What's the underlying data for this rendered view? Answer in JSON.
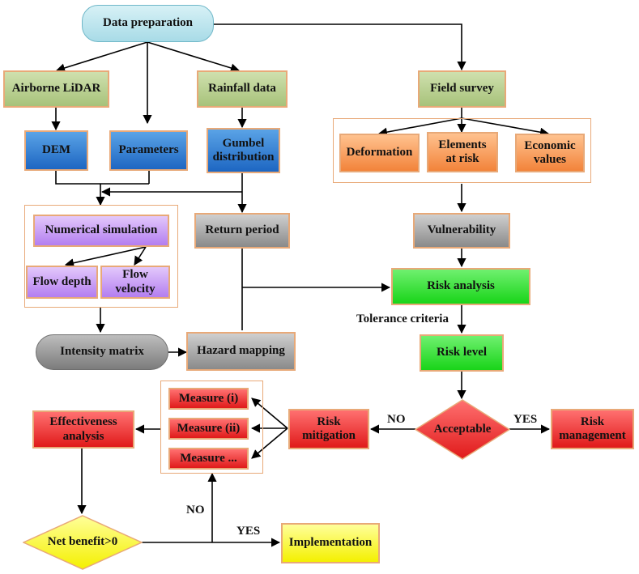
{
  "nodes": {
    "data_preparation": "Data preparation",
    "airborne_lidar": "Airborne LiDAR",
    "rainfall_data": "Rainfall data",
    "field_survey": "Field survey",
    "dem": "DEM",
    "parameters": "Parameters",
    "gumbel_distribution": "Gumbel distribution",
    "deformation": "Deformation",
    "elements_at_risk": "Elements at risk",
    "economic_values": "Economic values",
    "numerical_simulation": "Numerical simulation",
    "flow_depth": "Flow depth",
    "flow_velocity": "Flow velocity",
    "return_period": "Return period",
    "vulnerability": "Vulnerability",
    "risk_analysis": "Risk analysis",
    "intensity_matrix": "Intensity matrix",
    "hazard_mapping": "Hazard mapping",
    "risk_level": "Risk level",
    "measure_i": "Measure (i)",
    "measure_ii": "Measure (ii)",
    "measure_more": "Measure ...",
    "effectiveness_analysis": "Effectiveness analysis",
    "risk_mitigation": "Risk mitigation",
    "acceptable": "Acceptable",
    "risk_management": "Risk management",
    "net_benefit": "Net benefit>0",
    "implementation": "Implementation"
  },
  "labels": {
    "tolerance_criteria": "Tolerance criteria",
    "no_acceptable": "NO",
    "yes_acceptable": "YES",
    "no_benefit": "NO",
    "yes_benefit": "YES"
  },
  "colors": {
    "cyan": "#a8dbe7",
    "green": "#a7c27a",
    "blue": "#1d66c2",
    "orange": "#f2833a",
    "gray": "#8a8a8a",
    "purple": "#b37ef0",
    "lime": "#19d419",
    "red": "#e01a1a",
    "yellow": "#f4f000",
    "frame": "#e8a978"
  }
}
